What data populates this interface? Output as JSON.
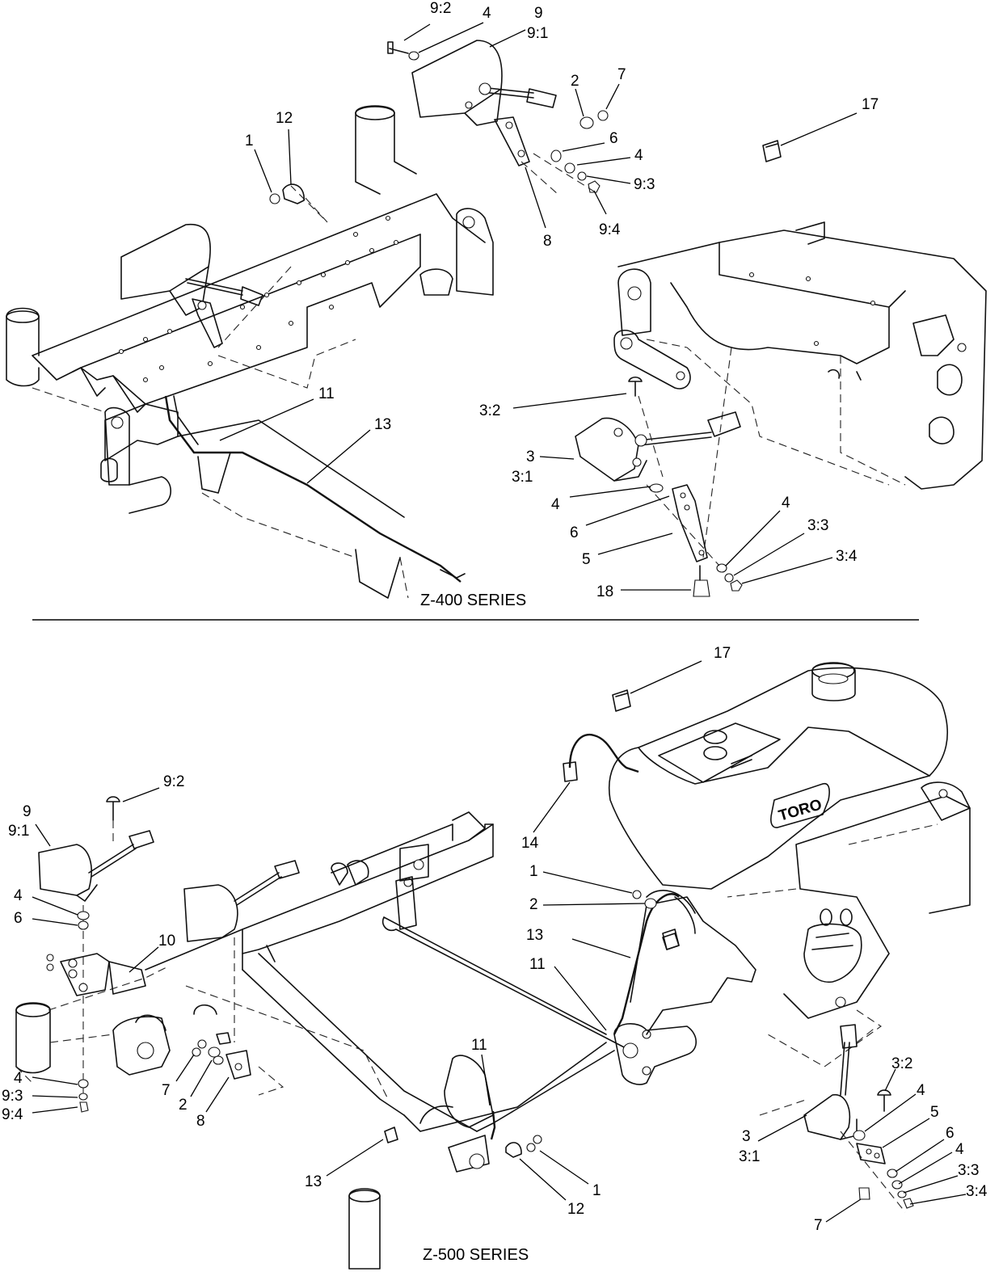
{
  "sections": {
    "upper_title": "Z-400 SERIES",
    "lower_title": "Z-500 SERIES"
  },
  "callouts_upper": [
    {
      "id": "u1",
      "text": "9:2"
    },
    {
      "id": "u2",
      "text": "4"
    },
    {
      "id": "u3",
      "text": "9"
    },
    {
      "id": "u4",
      "text": "9:1"
    },
    {
      "id": "u5",
      "text": "2"
    },
    {
      "id": "u6",
      "text": "7"
    },
    {
      "id": "u7",
      "text": "17"
    },
    {
      "id": "u8",
      "text": "12"
    },
    {
      "id": "u9",
      "text": "1"
    },
    {
      "id": "u10",
      "text": "6"
    },
    {
      "id": "u11",
      "text": "4"
    },
    {
      "id": "u12",
      "text": "9:3"
    },
    {
      "id": "u13",
      "text": "9:4"
    },
    {
      "id": "u14",
      "text": "8"
    },
    {
      "id": "u15",
      "text": "11"
    },
    {
      "id": "u16",
      "text": "13"
    },
    {
      "id": "u17",
      "text": "3:2"
    },
    {
      "id": "u18",
      "text": "3"
    },
    {
      "id": "u19",
      "text": "3:1"
    },
    {
      "id": "u20",
      "text": "4"
    },
    {
      "id": "u21",
      "text": "6"
    },
    {
      "id": "u22",
      "text": "5"
    },
    {
      "id": "u23",
      "text": "4"
    },
    {
      "id": "u24",
      "text": "3:3"
    },
    {
      "id": "u25",
      "text": "3:4"
    },
    {
      "id": "u26",
      "text": "18"
    }
  ],
  "callouts_lower": [
    {
      "id": "l1",
      "text": "17"
    },
    {
      "id": "l2",
      "text": "9:2"
    },
    {
      "id": "l3",
      "text": "9"
    },
    {
      "id": "l4",
      "text": "9:1"
    },
    {
      "id": "l5",
      "text": "14"
    },
    {
      "id": "l6",
      "text": "4"
    },
    {
      "id": "l7",
      "text": "6"
    },
    {
      "id": "l8",
      "text": "10"
    },
    {
      "id": "l9",
      "text": "1"
    },
    {
      "id": "l10",
      "text": "2"
    },
    {
      "id": "l11",
      "text": "13"
    },
    {
      "id": "l12",
      "text": "11"
    },
    {
      "id": "l13",
      "text": "7"
    },
    {
      "id": "l14",
      "text": "2"
    },
    {
      "id": "l15",
      "text": "8"
    },
    {
      "id": "l16",
      "text": "4"
    },
    {
      "id": "l17",
      "text": "9:3"
    },
    {
      "id": "l18",
      "text": "9:4"
    },
    {
      "id": "l19",
      "text": "11"
    },
    {
      "id": "l20",
      "text": "13"
    },
    {
      "id": "l21",
      "text": "1"
    },
    {
      "id": "l22",
      "text": "12"
    },
    {
      "id": "l23",
      "text": "3:2"
    },
    {
      "id": "l24",
      "text": "4"
    },
    {
      "id": "l25",
      "text": "5"
    },
    {
      "id": "l26",
      "text": "6"
    },
    {
      "id": "l27",
      "text": "4"
    },
    {
      "id": "l28",
      "text": "3"
    },
    {
      "id": "l29",
      "text": "3:1"
    },
    {
      "id": "l30",
      "text": "3:3"
    },
    {
      "id": "l31",
      "text": "3:4"
    },
    {
      "id": "l32",
      "text": "7"
    }
  ],
  "logo_text": "TORO"
}
